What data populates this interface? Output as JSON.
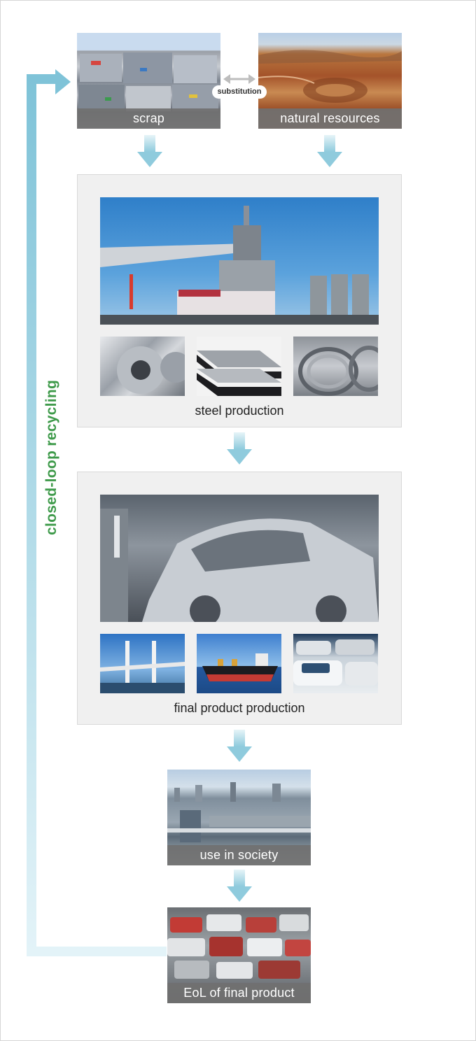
{
  "loop_label": "closed-loop recycling",
  "substitution_label": "substitution",
  "scrap": {
    "caption": "scrap"
  },
  "natural_resources": {
    "caption": "natural resources"
  },
  "steel_production": {
    "label": "steel production"
  },
  "final_product_production": {
    "label": "final product production"
  },
  "use_in_society": {
    "caption": "use in society"
  },
  "eol": {
    "caption": "EoL of final product"
  },
  "colors": {
    "arrow": "#9fd3e2",
    "loop_text": "#3e9a4a",
    "caption_bg": "#707070",
    "panel_bg": "#f0f0f0"
  }
}
